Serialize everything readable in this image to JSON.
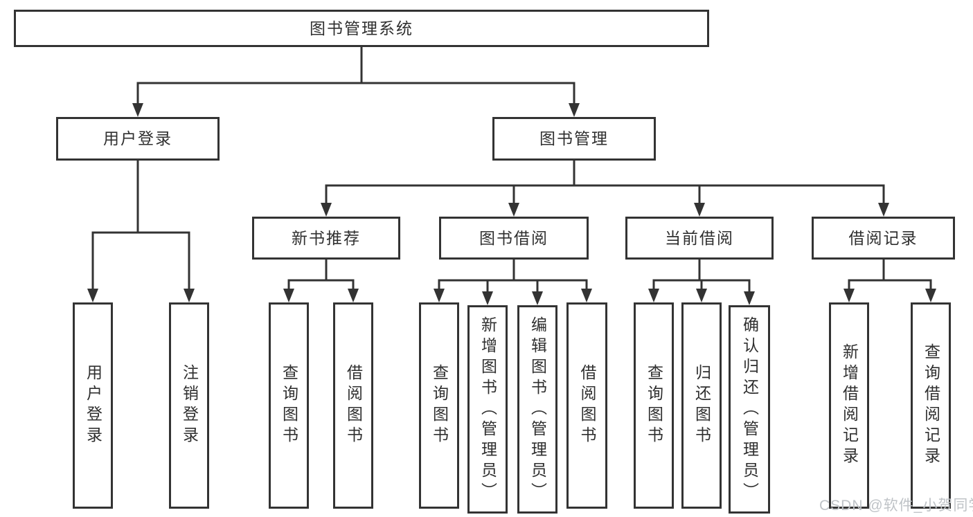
{
  "tree": {
    "label": "图书管理系统",
    "children": [
      {
        "label": "用户登录",
        "children": [
          {
            "label": "用户登录"
          },
          {
            "label": "注销登录"
          }
        ]
      },
      {
        "label": "图书管理",
        "children": [
          {
            "label": "新书推荐",
            "children": [
              {
                "label": "查询图书"
              },
              {
                "label": "借阅图书"
              }
            ]
          },
          {
            "label": "图书借阅",
            "children": [
              {
                "label": "查询图书"
              },
              {
                "label": "新增图书（管理员）"
              },
              {
                "label": "编辑图书（管理员）"
              },
              {
                "label": "借阅图书"
              }
            ]
          },
          {
            "label": "当前借阅",
            "children": [
              {
                "label": "查询图书"
              },
              {
                "label": "归还图书"
              },
              {
                "label": "确认归还（管理员）"
              }
            ]
          },
          {
            "label": "借阅记录",
            "children": [
              {
                "label": "新增借阅记录"
              },
              {
                "label": "查询借阅记录"
              }
            ]
          }
        ]
      }
    ]
  },
  "watermark": {
    "text": "CSDN @软件_小贺同学",
    "color": "#bfc3c7"
  },
  "style": {
    "line_color": "#333333",
    "text_color": "#2f2f2f",
    "box_background": "#ffffff"
  }
}
